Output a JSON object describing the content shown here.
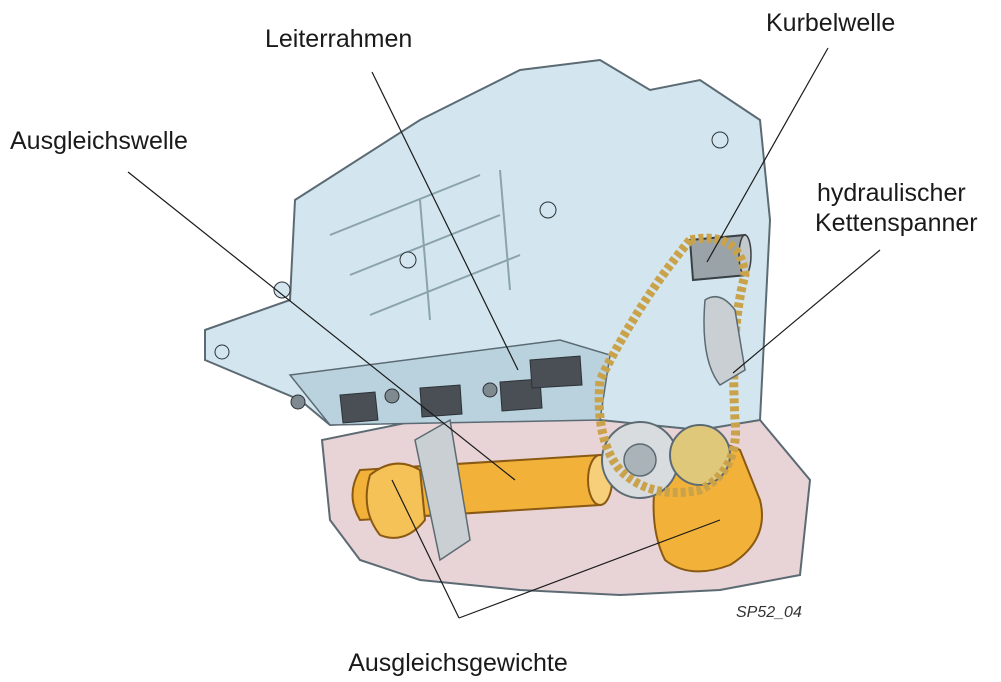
{
  "labels": {
    "leiterrahmen": "Leiterrahmen",
    "kurbelwelle": "Kurbelwelle",
    "ausgleichswelle": "Ausgleichswelle",
    "kettenspanner_line1": "hydraulischer",
    "kettenspanner_line2": "Kettenspanner",
    "ausgleichsgewichte": "Ausgleichsgewichte"
  },
  "figure_code": "SP52_04",
  "colors": {
    "block": "#d3e6ef",
    "block_shade": "#b9d2de",
    "oil_pan": "#e8d3d6",
    "shaft": "#f2b23a",
    "chain": "#c9a24a",
    "outline": "#5c6b73",
    "leader": "#1a1a1a"
  }
}
